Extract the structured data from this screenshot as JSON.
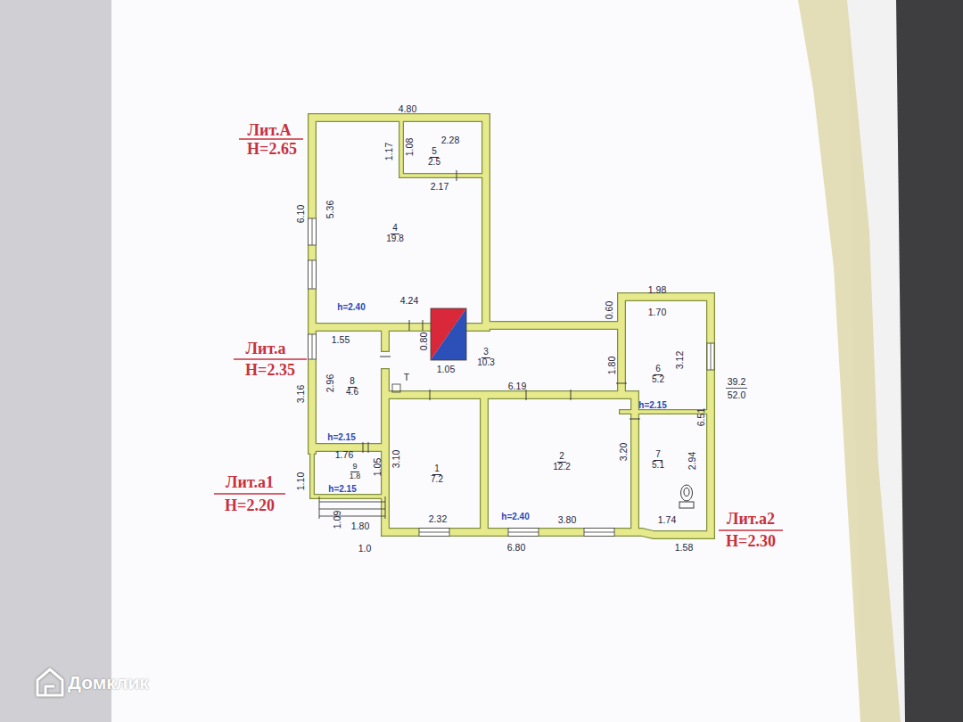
{
  "diagram": {
    "nodes": [
      {
        "text": [
          "1",
          "7.2"
        ]
      },
      {
        "text": [
          "2",
          "12.2"
        ]
      },
      {
        "text": [
          "3",
          "10.3"
        ]
      },
      {
        "text": [
          "4",
          "19.8"
        ]
      },
      {
        "text": [
          "5",
          "2.5"
        ]
      },
      {
        "text": [
          "6",
          "5.2"
        ]
      },
      {
        "text": [
          "7",
          "5.1"
        ]
      },
      {
        "text": [
          "8",
          "4.6"
        ]
      },
      {
        "text": [
          "9",
          "1.8"
        ]
      }
    ],
    "labels": [
      "Лит.А",
      "H=2.65",
      "Лит.а",
      "H=2.35",
      "Лит.а1",
      "H=2.20",
      "Лит.а2",
      "H=2.30",
      "4.80",
      "2.28",
      "1.17",
      "1.08",
      "2.17",
      "6.10",
      "5.36",
      "h=2.40",
      "4.24",
      "0.80",
      "1.05",
      "1.55",
      "2.96",
      "3.16",
      "1.98",
      "0.60",
      "1.70",
      "3.12",
      "1.80",
      "6.19",
      "Т",
      "h=2.15",
      "39.2",
      "52.0",
      "6.51",
      "h=2.15",
      "1.76",
      "1.05",
      "1.10",
      "h=2.15",
      "1.80",
      "3.10",
      "3.20",
      "2.94",
      "h=2.40",
      "2.32",
      "3.80",
      "1.74",
      "1.09",
      "1.0",
      "6.80",
      "1.58",
      "Домклик"
    ]
  }
}
